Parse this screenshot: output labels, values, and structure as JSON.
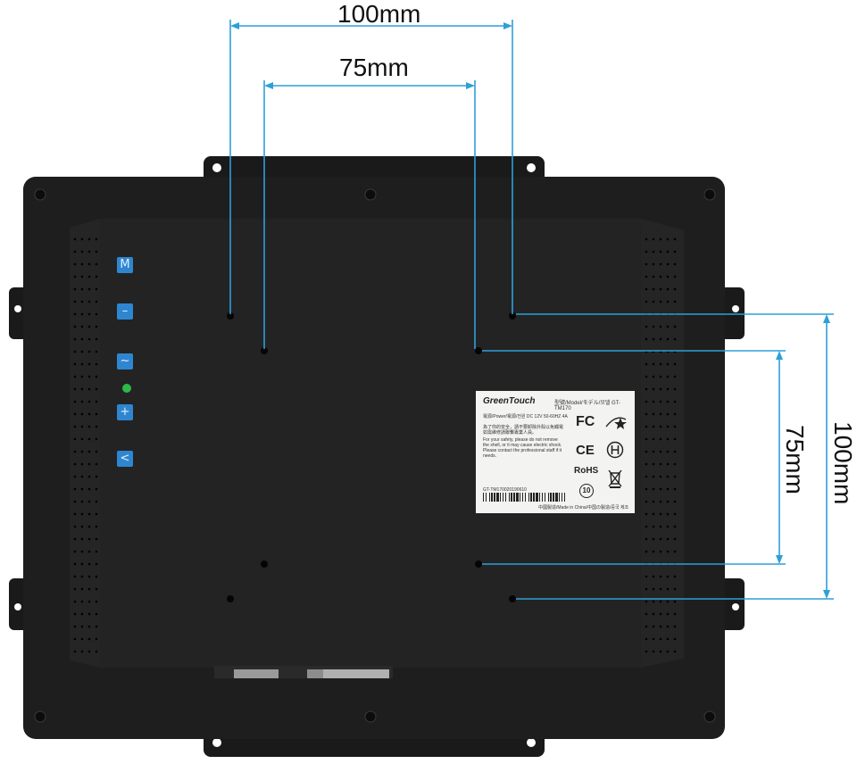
{
  "dimensions": {
    "outer": "100mm",
    "inner": "75mm",
    "outer_vertical": "100mm",
    "inner_vertical": "75mm"
  },
  "colors": {
    "dimension_line": "#2e9fd8",
    "monitor_body": "#1e1e1e",
    "panel": "#222222",
    "button": "#2f86d0",
    "led": "#2fb84a"
  },
  "buttons": [
    {
      "icon": "menu-icon",
      "glyph": "M"
    },
    {
      "icon": "minus-icon",
      "glyph": "–"
    },
    {
      "icon": "power-icon",
      "glyph": "~"
    },
    {
      "icon": "plus-icon",
      "glyph": "+"
    },
    {
      "icon": "back-icon",
      "glyph": "<"
    }
  ],
  "label": {
    "brand": "GreenTouch",
    "model": "型號/Model/モデル/모델 GT-TM170",
    "power": "電源/Power/電源/전원 DC 12V 50-60HZ 4A",
    "warning_cn": "為了你的安全，請不要卸除外殼以免觸電 如需維修請聯繫專業人員。",
    "warning_en": "For your safety, please do not remove the shell, or it may cause electric shock. Please contact the professional staff if it needs.",
    "serial": "GT-TM170020190610",
    "origin": "中國製造/Made in China/中国の製造/중국 제조",
    "marks": [
      "FC",
      "CE",
      "RoHS",
      "10"
    ]
  }
}
